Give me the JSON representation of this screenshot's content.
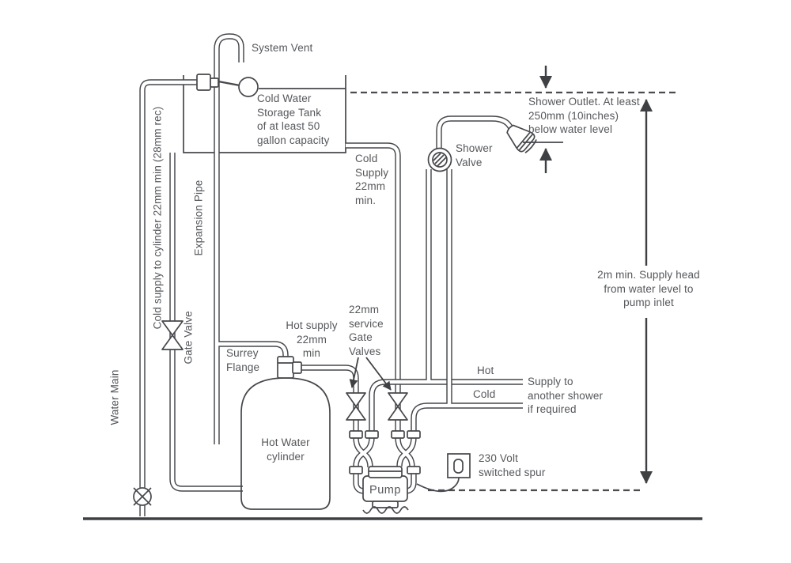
{
  "diagram": {
    "labels": {
      "system_vent": "System Vent",
      "storage_tank": "Cold Water\nStorage Tank\nof at least 50\ngallon capacity",
      "cold_supply_cylinder": "Cold supply to cylinder 22mm min (28mm rec)",
      "expansion_pipe": "Expansion Pipe",
      "gate_valve": "Gate Valve",
      "water_main": "Water Main",
      "cold_supply": "Cold\nSupply\n22mm\nmin.",
      "shower_valve": "Shower\nValve",
      "shower_outlet": "Shower Outlet. At least\n250mm (10inches)\nbelow water level",
      "supply_head": "2m min. Supply head\nfrom water level to\npump inlet",
      "hot_supply": "Hot supply\n22mm\nmin",
      "surrey_flange": "Surrey\nFlange",
      "service_gate_valves": "22mm\nservice\nGate\nValves",
      "hot_water_cylinder": "Hot Water\ncylinder",
      "hot": "Hot",
      "cold": "Cold",
      "another_shower": "Supply to\nanother shower\nif required",
      "switched_spur": "230 Volt\nswitched spur",
      "pump": "Pump"
    },
    "colors": {
      "line": "#45474b",
      "text": "#55575b",
      "background": "#ffffff"
    }
  }
}
